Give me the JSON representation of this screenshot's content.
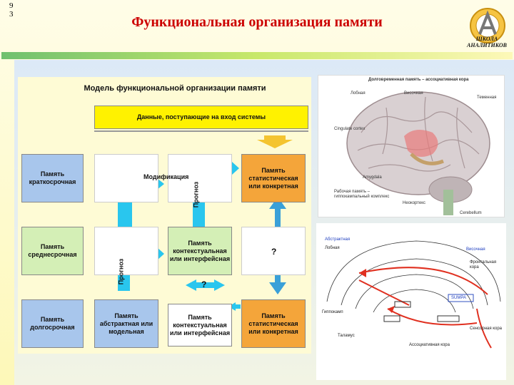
{
  "slide": {
    "number_line1": "9",
    "number_line2": "3",
    "title": "Функциональная организация памяти",
    "logo_line1": "ШКОЛА",
    "logo_line2": "АНАЛИТИКОВ"
  },
  "colors": {
    "title": "#cc0000",
    "yellow_box": "#fff200",
    "orange_box": "#f4a53a",
    "blue_box": "#a8c6ec",
    "green_box": "#d4efb6",
    "arrow_cyan": "#29c6ee",
    "arrow_blue": "#3aa0d8"
  },
  "model": {
    "title": "Модель функциональной организации памяти",
    "input_data": "Данные, поступающие на вход системы",
    "short_term": "Память краткосрочная",
    "medium_term": "Память среднесрочная",
    "long_term": "Память долгосрочная",
    "statistical_top": "Память статистическая или конкретная",
    "statistical_bottom": "Память статистическая или конкретная",
    "contextual_mid": "Память контекстуальная или интерфейсная",
    "contextual_bottom": "Память контекстуальная или интерфейсная",
    "abstract": "Память абстрактная или модельная",
    "modification": "Модификация",
    "forecast_1": "Прогноз",
    "forecast_2": "Прогноз",
    "q1": "?",
    "q2": "?"
  },
  "brain": {
    "title": "Долговременная память – ассоциативная кора",
    "frontal": "Лобная",
    "temporal": "Височная",
    "parietal": "Теменная",
    "cingulate": "Cingulate cortex",
    "amygdala": "Amygdala",
    "working_memory": "Рабочая память – гиппокампальный комплекс",
    "neocortex": "Неокортекс",
    "cerebellum": "Cerebellum"
  },
  "diagram": {
    "labels": [
      "Абстрактная",
      "Лобная",
      "Височная",
      "Фронтальная кора",
      "Гиппокамп",
      "Таламус",
      "Ассоциативная кора",
      "Сенсорная кора",
      "SUMPA"
    ]
  }
}
